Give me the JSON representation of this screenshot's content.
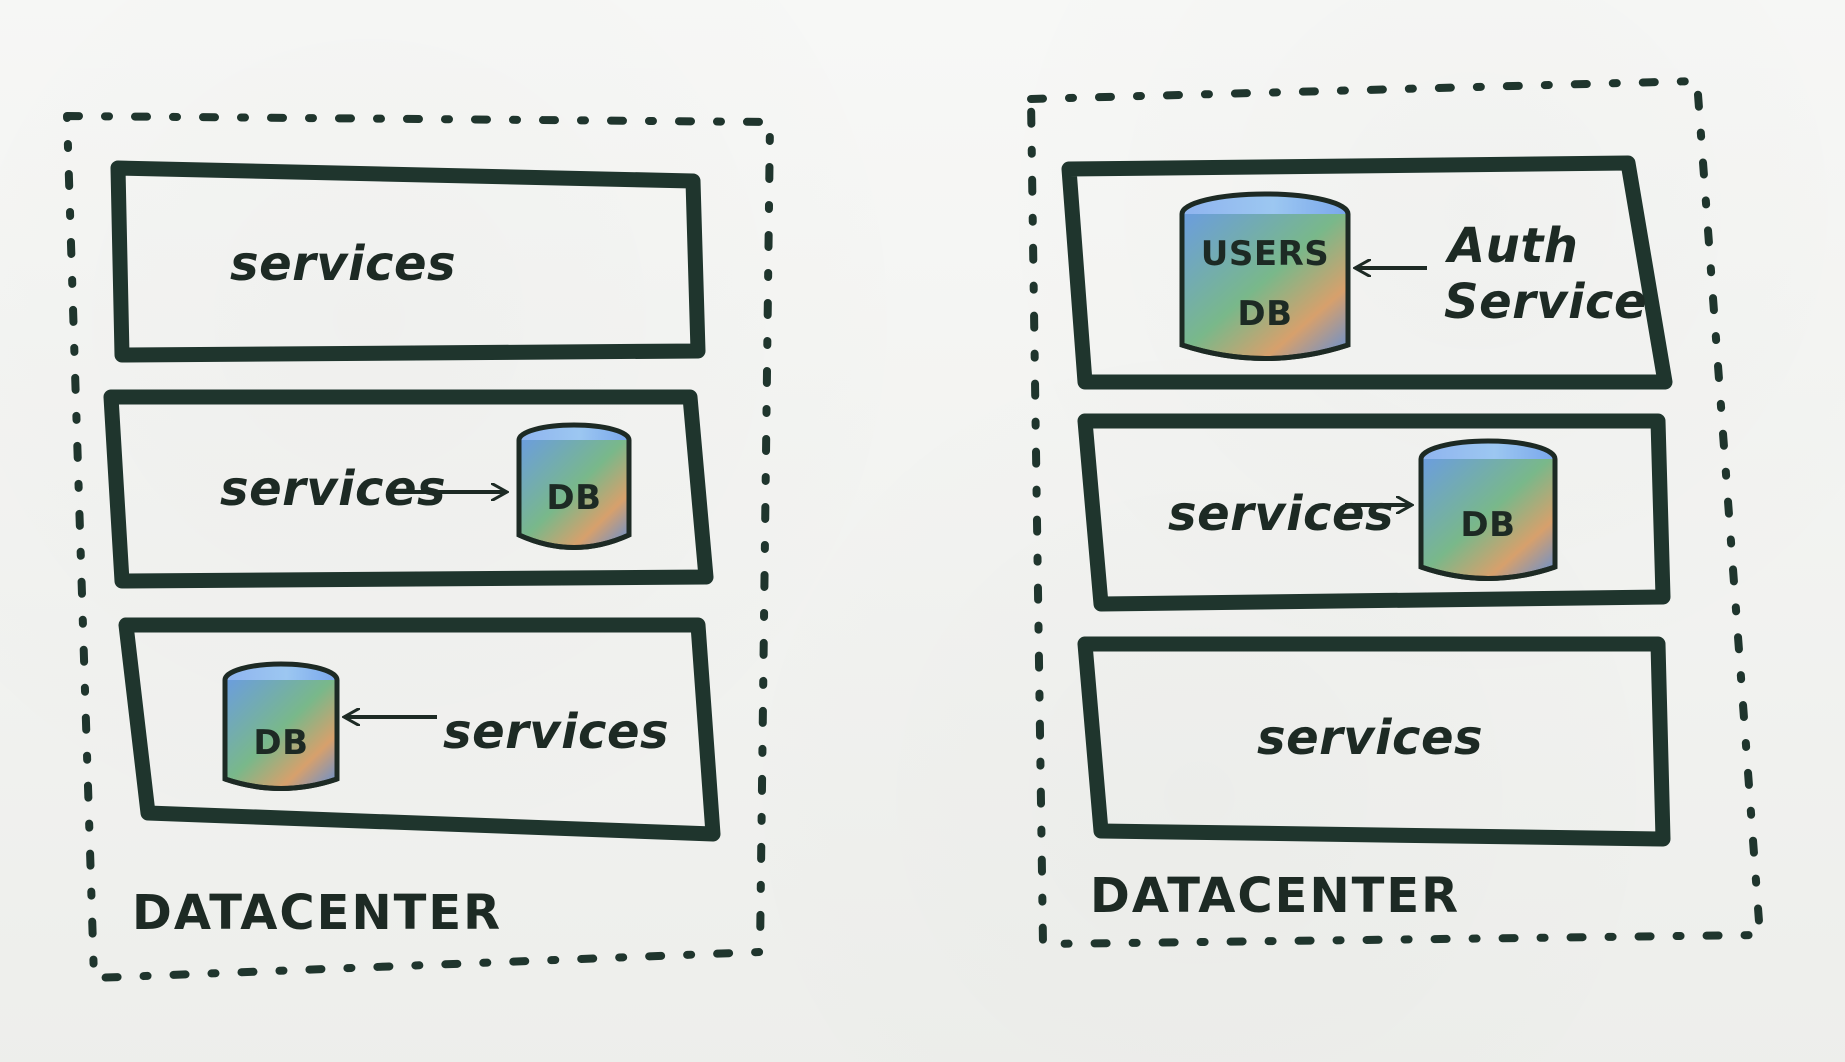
{
  "colors": {
    "ink": "#1d2a24",
    "box_stroke": "#1f352d",
    "paper": "#f1f2ef",
    "db_blue": "#5d8fd9",
    "db_top_blue": "#8fb4ef",
    "db_green": "#6ab37d",
    "db_orange": "#d69865"
  },
  "left_datacenter": {
    "label": "DATACENTER",
    "rows": [
      {
        "service_label": "services"
      },
      {
        "service_label": "services",
        "db_label": "DB"
      },
      {
        "service_label": "services",
        "db_label": "DB"
      }
    ]
  },
  "right_datacenter": {
    "label": "DATACENTER",
    "rows": [
      {
        "db_label_line1": "USERS",
        "db_label_line2": "DB",
        "auth_line1": "Auth",
        "auth_line2": "Service"
      },
      {
        "service_label": "services",
        "db_label": "DB"
      },
      {
        "service_label": "services"
      }
    ]
  }
}
